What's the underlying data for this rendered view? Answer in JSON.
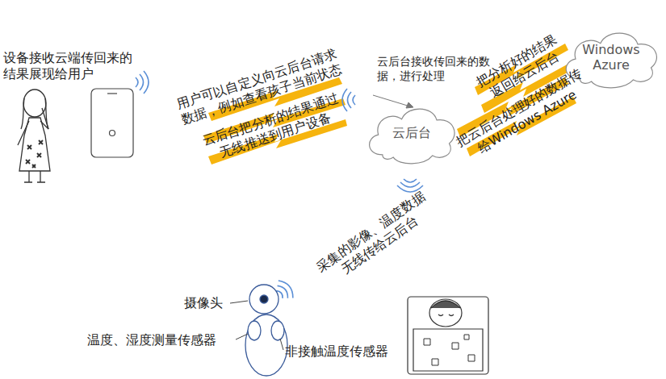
{
  "diagram": {
    "nodes": [
      {
        "text": [
          "云后台"
        ]
      },
      {
        "text": [
          "Windows Azure"
        ]
      }
    ],
    "labels": [
      "设备接收云端传回来的结果展现给用户",
      "用户可以自定义向云后台请求数据，例如查看孩子当前状态",
      "云后台把分析的结果通过无线推送到用户设备",
      "云后台接收传回来的数据，进行处理",
      "把分析好的结果返回给云后台",
      "把云后台处理好的数据传给Windows Azure",
      "采集的影像、温度数据无线传给云后台",
      "摄像头",
      "温度、湿度测量传感器",
      "非接触温度传感器"
    ]
  }
}
